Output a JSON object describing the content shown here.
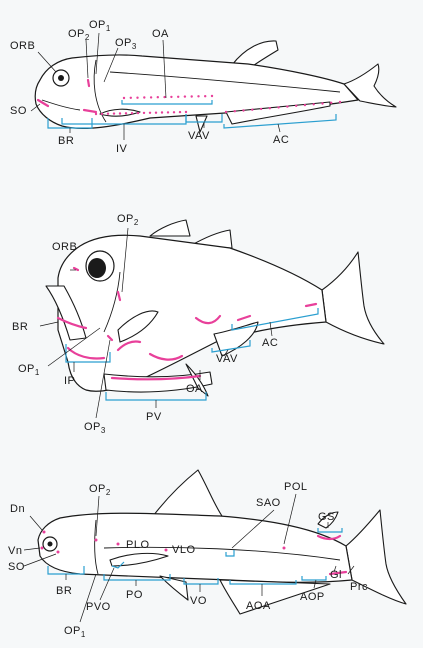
{
  "colors": {
    "photophore": "#e8409a",
    "bracket": "#2b9fd0",
    "ink": "#1a1a1a",
    "background": "#f6f8f9"
  },
  "fish1": {
    "labels": {
      "orb": "ORB",
      "op1": "OP",
      "op1_sub": "1",
      "op2": "OP",
      "op2_sub": "2",
      "op3": "OP",
      "op3_sub": "3",
      "oa": "OA",
      "so": "SO",
      "br": "BR",
      "iv": "IV",
      "vav": "VAV",
      "ac": "AC"
    }
  },
  "fish2": {
    "labels": {
      "orb": "ORB",
      "op2": "OP",
      "op2_sub": "2",
      "br": "BR",
      "op1": "OP",
      "op1_sub": "1",
      "ip": "IP",
      "vav": "VAV",
      "ac": "AC",
      "oa": "OA",
      "pv": "PV",
      "op3": "OP",
      "op3_sub": "3"
    }
  },
  "fish3": {
    "labels": {
      "dn": "Dn",
      "op2": "OP",
      "op2_sub": "2",
      "pol": "POL",
      "sao": "SAO",
      "gs": "GS",
      "plo": "PLO",
      "vlo": "VLO",
      "vn": "Vn",
      "so": "SO",
      "br": "BR",
      "pvo": "PVO",
      "po": "PO",
      "vo": "VO",
      "aoa": "AOA",
      "aop": "AOP",
      "gl": "Gl",
      "prc": "Prc",
      "op1": "OP",
      "op1_sub": "1"
    }
  }
}
